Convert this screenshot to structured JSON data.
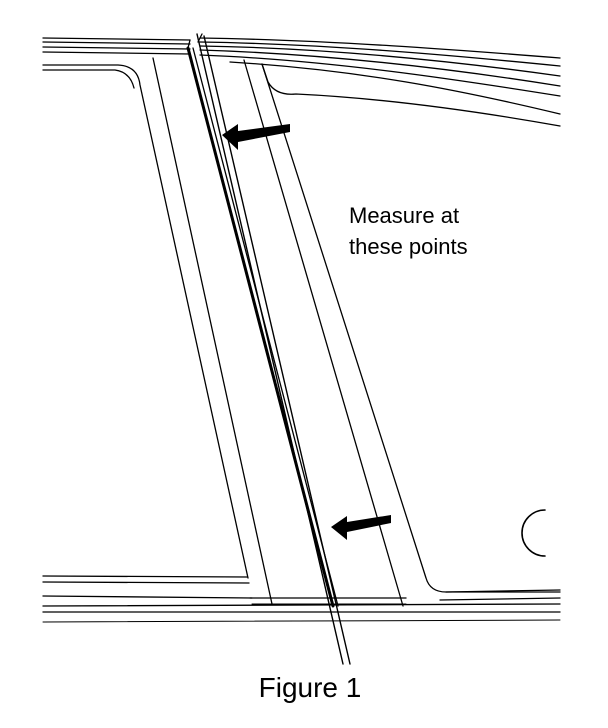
{
  "callout": {
    "line1": "Measure at",
    "line2": "these points"
  },
  "caption": "Figure 1"
}
